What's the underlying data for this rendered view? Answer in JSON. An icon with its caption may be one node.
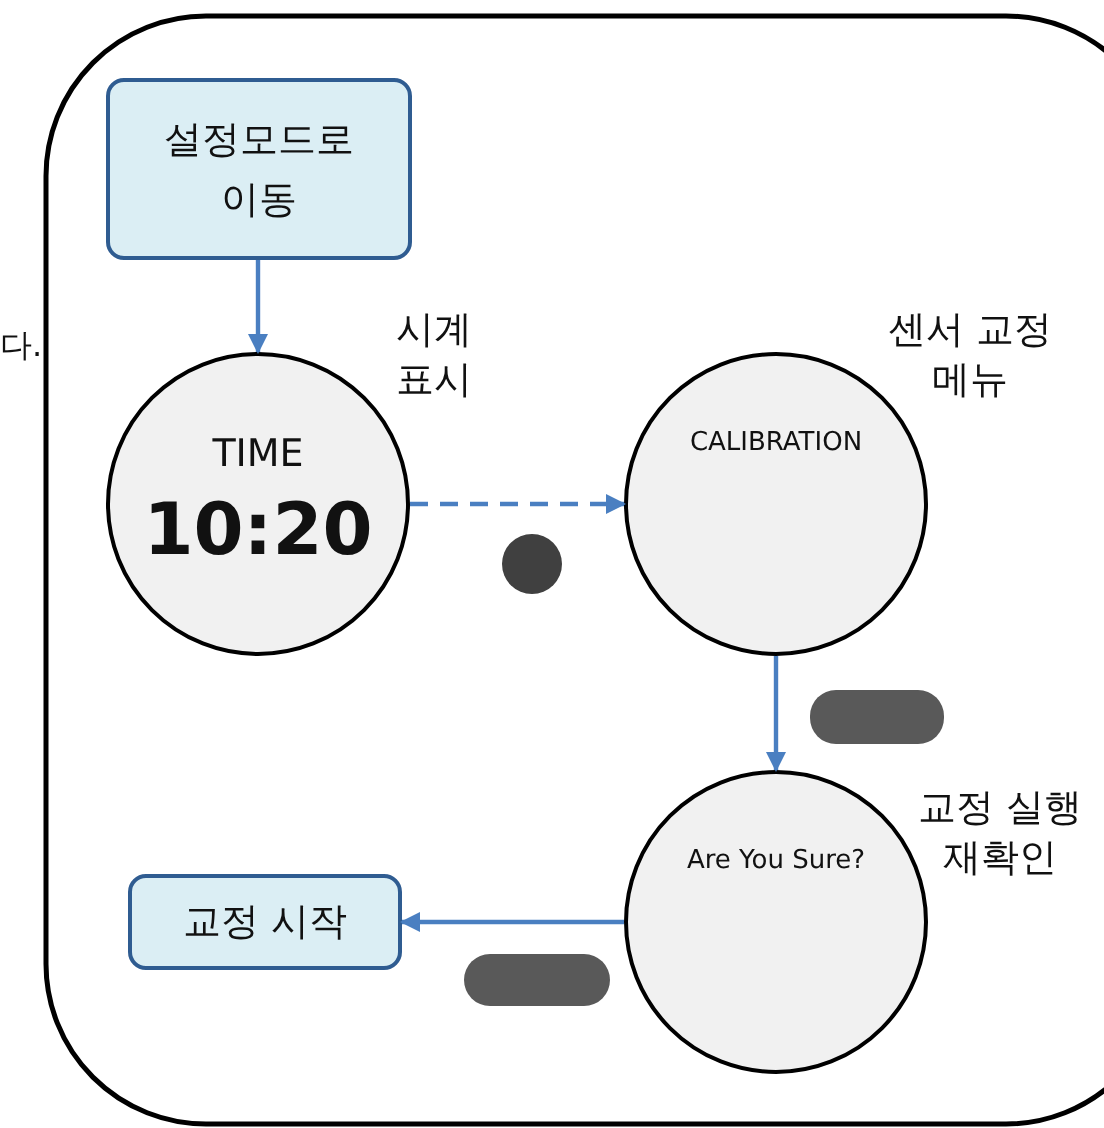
{
  "diagram": {
    "nodes": [
      {
        "text": [
          "설정모드로 이동"
        ]
      },
      {
        "text": [
          "TIME",
          "10:20"
        ],
        "beside": [
          "시계 표시"
        ]
      },
      {
        "text": [
          "CALIBRATION"
        ],
        "beside": [
          "센서 교정 메뉴"
        ]
      },
      {
        "text": [
          "Are You Sure?"
        ],
        "beside": [
          "교정 실행 재확인"
        ]
      },
      {
        "text": [
          "교정 시작"
        ]
      }
    ],
    "edges": [
      {
        "from": 0,
        "to": 1,
        "arrow": "to"
      },
      {
        "from": 1,
        "to": 2,
        "arrow": "to",
        "style": "dashed"
      },
      {
        "from": 2,
        "to": 3,
        "arrow": "to"
      },
      {
        "from": 3,
        "to": 4,
        "arrow": "to"
      }
    ],
    "labels": [
      "다."
    ]
  }
}
